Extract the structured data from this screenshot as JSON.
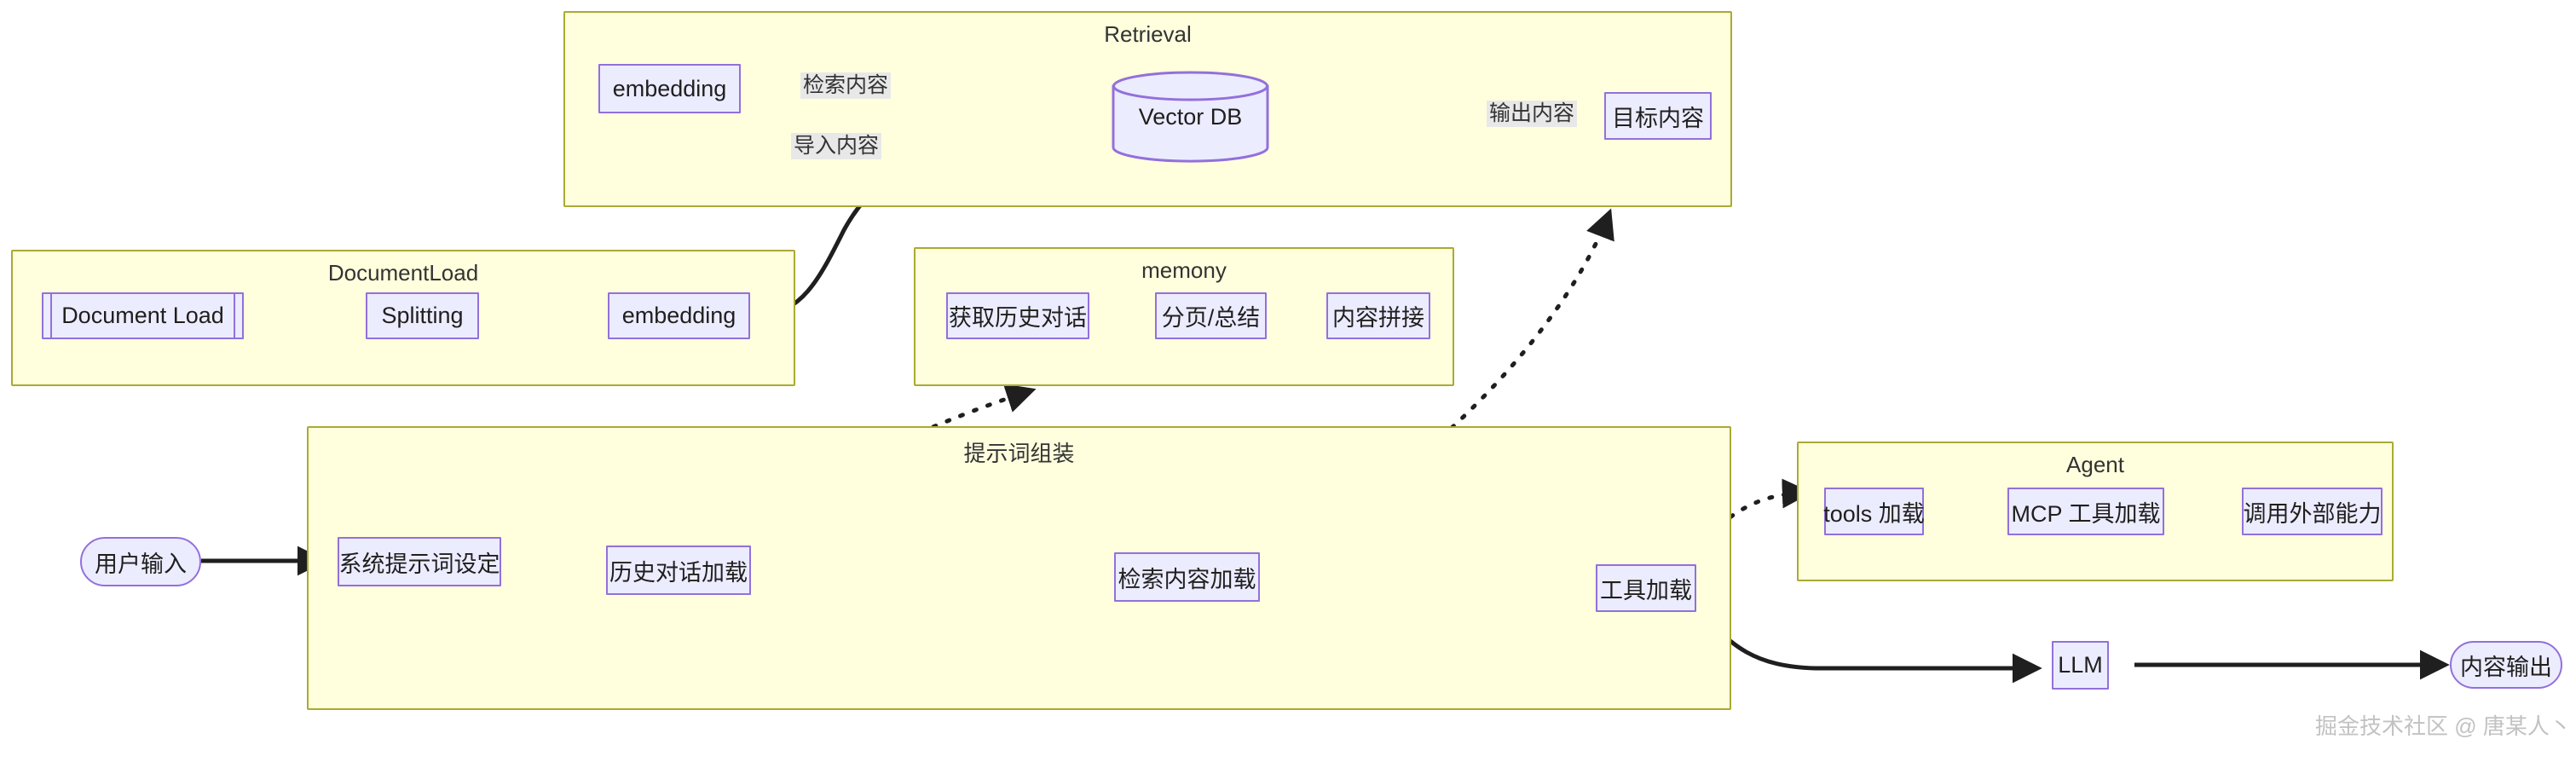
{
  "diagram": {
    "title_watermark": "掘金技术社区 @ 唐某人丶",
    "subgraphs": [
      {
        "id": "retrieval",
        "label": "Retrieval"
      },
      {
        "id": "documentload",
        "label": "DocumentLoad"
      },
      {
        "id": "memory",
        "label": "memony"
      },
      {
        "id": "prompt",
        "label": "提示词组装"
      },
      {
        "id": "agent",
        "label": "Agent"
      }
    ],
    "nodes": {
      "retrieval_embedding": "embedding",
      "vector_db": "Vector DB",
      "target_content": "目标内容",
      "document_load": "Document Load",
      "splitting": "Splitting",
      "doc_embedding": "embedding",
      "get_history": "获取历史对话",
      "paging_summary": "分页/总结",
      "content_concat": "内容拼接",
      "user_input": "用户输入",
      "system_prompt": "系统提示词设定",
      "history_load": "历史对话加载",
      "retrieval_load": "检索内容加载",
      "tool_load": "工具加载",
      "tools_load": "tools 加载",
      "mcp_tool_load": "MCP 工具加载",
      "call_external": "调用外部能力",
      "llm": "LLM",
      "content_output": "内容输出"
    },
    "edge_labels": {
      "search_content": "检索内容",
      "import_content": "导入内容",
      "output_content": "输出内容"
    },
    "colors": {
      "subgraph_fill": "#ffffde",
      "subgraph_border": "#aaaa33",
      "node_fill": "#ececff",
      "node_border": "#9370db",
      "edge_stroke": "#1f1f1f",
      "label_bg": "#e8e8e8",
      "text": "#333333",
      "watermark": "#c2c2c2"
    }
  }
}
